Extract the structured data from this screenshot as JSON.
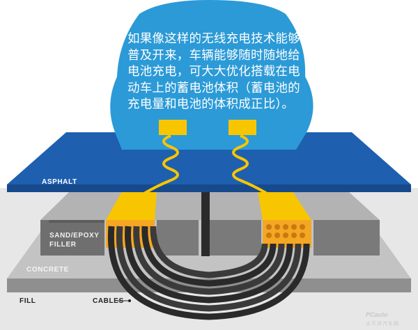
{
  "caption": "如果像这样的无线充电技术能够普及开来，车辆能够随时随地给电池充电，可大大优化搭载在电动车上的蓄电池体积（蓄电池的充电量和电池的体积成正比）。",
  "labels": {
    "asphalt": "ASPHALT",
    "sand_line1": "SAND/EPOXY",
    "sand_line2": "FILLER",
    "concrete": "CONCRETE",
    "fill": "FILL",
    "cables": "CABLES"
  },
  "watermark": {
    "brand": "PCauto",
    "sub": "太平洋汽车网"
  },
  "colors": {
    "car": "#2b9ad6",
    "asphalt": "#1f5fb0",
    "coil": "#f7c600",
    "cable": "#2a2a2a",
    "concrete": "#bdbdbd"
  }
}
